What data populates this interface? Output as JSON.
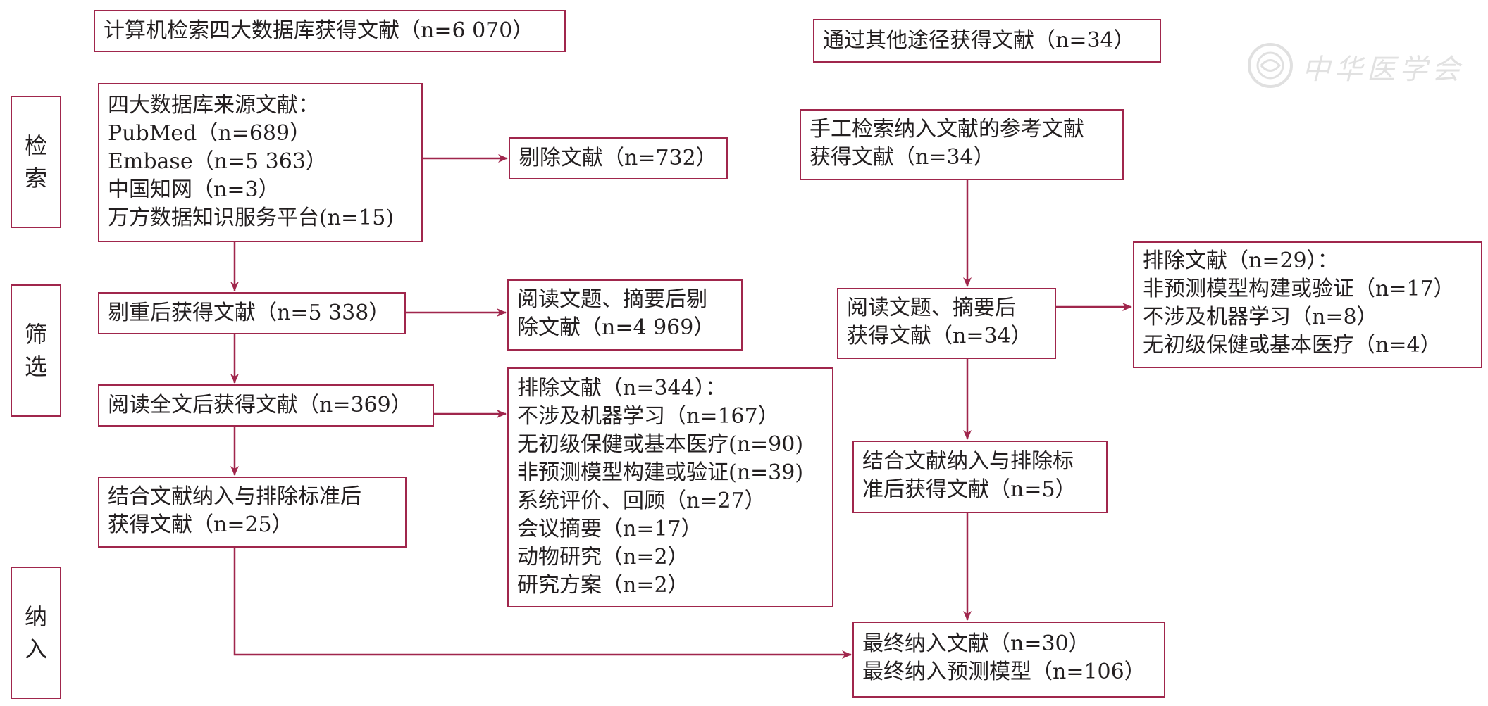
{
  "colors": {
    "border": "#a0264c",
    "arrow": "#a0264c",
    "text": "#231f20"
  },
  "stages": {
    "retrieval": "检索",
    "screening": "筛选",
    "inclusion": "纳入"
  },
  "header": {
    "computer_search": "计算机检索四大数据库获得文献（n=6 070）",
    "other_routes": "通过其他途径获得文献（n=34）"
  },
  "left": {
    "sources": [
      "四大数据库来源文献：",
      "PubMed（n=689）",
      "Embase（n=5 363）",
      "中国知网（n=3）",
      "万方数据知识服务平台(n=15)"
    ],
    "excluded_dup": "剔除文献（n=732）",
    "after_dedup": "剔重后获得文献（n=5 338）",
    "excluded_title": [
      "阅读文题、摘要后剔",
      "除文献（n=4 969）"
    ],
    "after_fulltext": "阅读全文后获得文献（n=369）",
    "excluded_fulltext": [
      "排除文献（n=344）：",
      "不涉及机器学习（n=167）",
      "无初级保健或基本医疗(n=90)",
      "非预测模型构建或验证(n=39)",
      "系统评价、回顾（n=27）",
      "会议摘要（n=17）",
      "动物研究（n=2）",
      "研究方案（n=2）"
    ],
    "combined": [
      "结合文献纳入与排除标准后",
      "获得文献（n=25）"
    ]
  },
  "right": {
    "manual": [
      "手工检索纳入文献的参考文献",
      "获得文献（n=34）"
    ],
    "after_title": [
      "阅读文题、摘要后",
      "获得文献（n=34）"
    ],
    "excluded": [
      "排除文献（n=29）：",
      "非预测模型构建或验证（n=17）",
      "不涉及机器学习（n=8）",
      "无初级保健或基本医疗（n=4）"
    ],
    "combined": [
      "结合文献纳入与排除标",
      "准后获得文献（n=5）"
    ]
  },
  "final": [
    "最终纳入文献（n=30）",
    "最终纳入预测模型（n=106）"
  ],
  "watermark": "中华医学会"
}
